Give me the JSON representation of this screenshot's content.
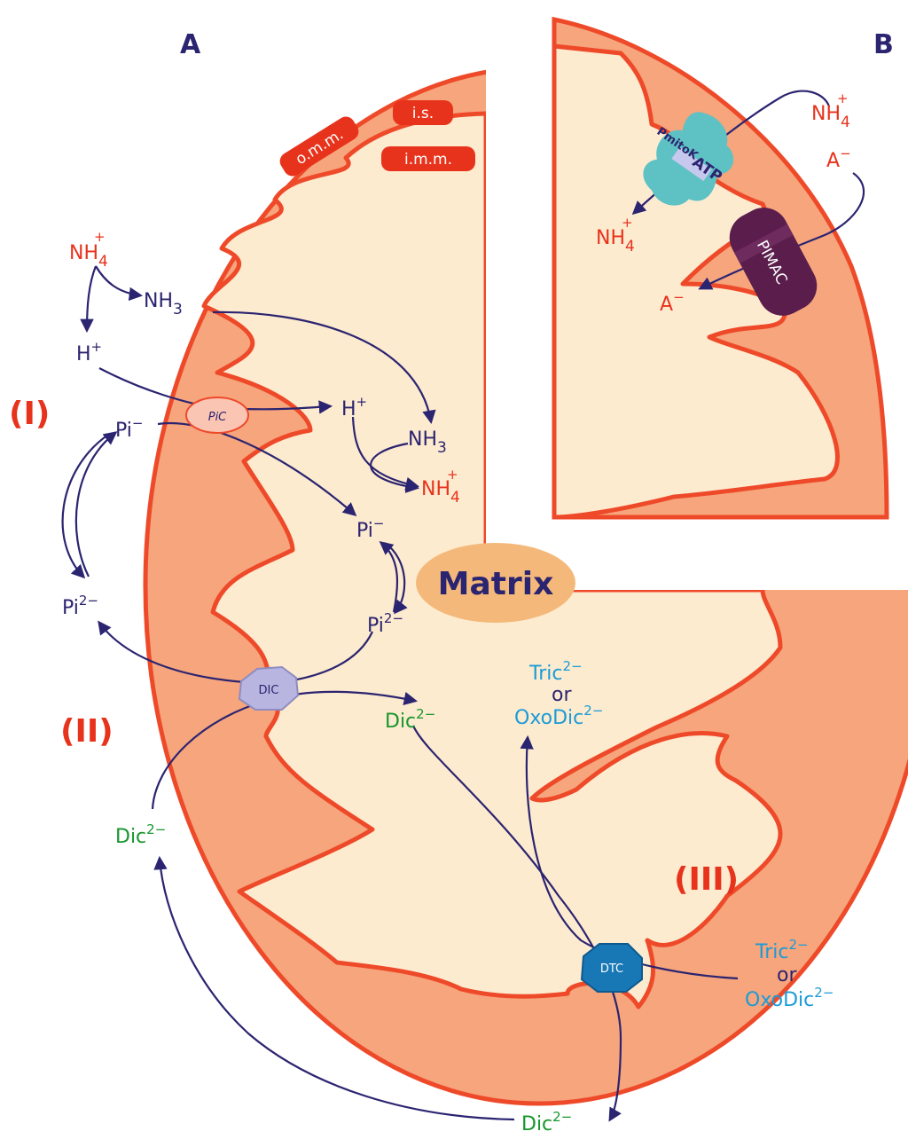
{
  "colors": {
    "membrane": "#ee4a2a",
    "intermembrane_fill": "#f6a57c",
    "matrix_fill": "#fdebd0",
    "arrow": "#2b2470",
    "cation_red": "#e8331c",
    "dicarboxylate_green": "#17962d",
    "tricarboxylate_blue": "#1b9bd7",
    "pic_fill": "#fbc5b4",
    "dic_fill": "#b8b6e0",
    "dtc_fill": "#1877b5",
    "pmitok_fill": "#5ec1c4",
    "pimac_fill": "#5a1d4c",
    "matrix_badge_fill": "#f4b97a"
  },
  "panels": {
    "a": "A",
    "b": "B"
  },
  "membranes": {
    "omm": "o.m.m.",
    "is": "i.s.",
    "imm": "i.m.m."
  },
  "matrix_label": "Matrix",
  "pathways": {
    "one": "(I)",
    "two": "(II)",
    "three": "(III)"
  },
  "proteins": {
    "pic": "PiC",
    "dic": "DIC",
    "dtc": "DTC",
    "pmitok": "PmitoK",
    "pmitok_sub": "ATP",
    "pimac": "PIMAC"
  },
  "species": {
    "nh4_base": "NH",
    "nh4_sub": "4",
    "nh4_sup": "+",
    "nh3_base": "NH",
    "nh3_sub": "3",
    "h_base": "H",
    "h_sup": "+",
    "pi_base": "Pi",
    "pi1_sup": "−",
    "pi2_sup": "2−",
    "dic_base": "Dic",
    "dic_sup": "2−",
    "tric_base": "Tric",
    "tric_sup": "2−",
    "or": "or",
    "oxodic_base": "OxoDic",
    "oxodic_sup": "2−",
    "a_base": "A",
    "a_sup": "−"
  }
}
